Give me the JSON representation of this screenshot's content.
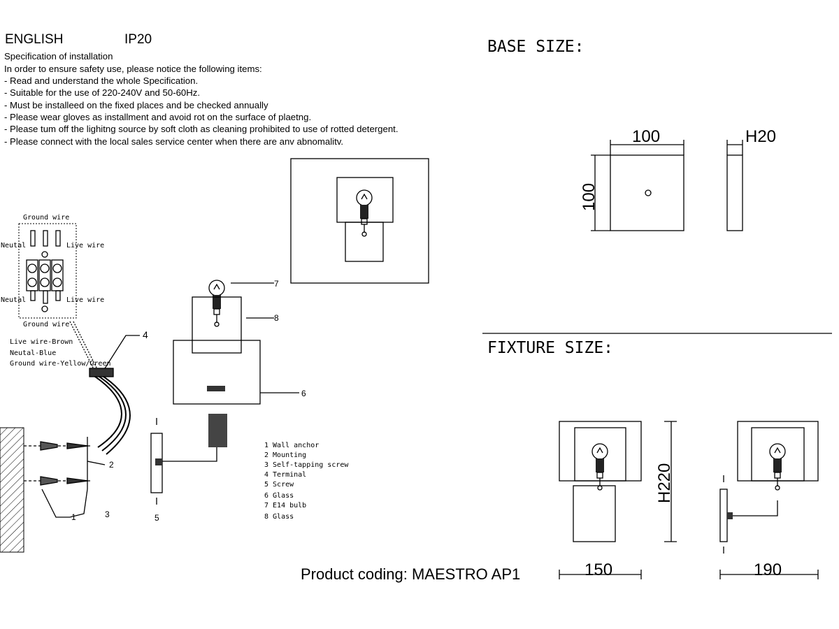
{
  "header": {
    "language": "ENGLISH",
    "ip_rating": "IP20"
  },
  "spec": {
    "title": "Specification of installation",
    "intro": "In order to ensure safety use, please notice the following items:",
    "items": [
      "- Read and understand the whole Specification.",
      "- Suitable for the use of 220-240V and 50-60Hz.",
      "- Must be installeed on the fixed places and be checked annually",
      "- Please wear gloves as installment and avoid rot on the surface of plaetng.",
      "- Please tum off the lighitng source by soft cloth as cleaning prohibited to use of rotted detergent.",
      "- Please connect with the local sales service center when there are anv abnomalitv."
    ]
  },
  "wiring": {
    "ground_top": "Ground wire",
    "neutral_top": "Neutal",
    "live_top": "Live wire",
    "neutral_bottom": "Neutal",
    "live_bottom": "Live wire",
    "ground_bottom": "Ground wire",
    "legend": [
      "Live wire-Brown",
      "Neutal-Blue",
      "Ground wire-Yellow/Green"
    ]
  },
  "callouts": [
    "1",
    "2",
    "3",
    "4",
    "5",
    "6",
    "7",
    "8"
  ],
  "parts": [
    "1 Wall anchor",
    "2 Mounting",
    "3 Self-tapping screw",
    "4 Terminal",
    "5 Screw",
    "6 Glass",
    "7 E14 bulb",
    "8 Glass"
  ],
  "base": {
    "title": "BASE SIZE:",
    "width": "100",
    "height": "100",
    "depth": "H20"
  },
  "fixture": {
    "title": "FIXTURE SIZE:",
    "height": "H220",
    "width": "150",
    "depth": "190"
  },
  "product_coding": "Product coding: MAESTRO AP1"
}
